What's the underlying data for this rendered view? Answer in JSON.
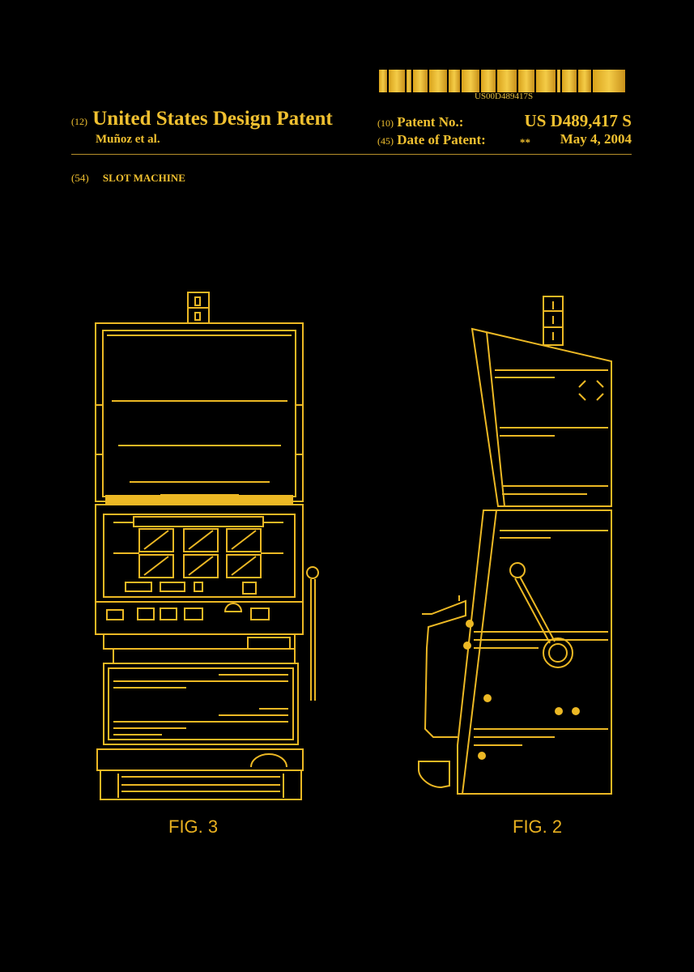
{
  "header": {
    "barcode_text": "US00D489417S",
    "title_code": "(12)",
    "title": "United States Design Patent",
    "inventor": "Muñoz et al.",
    "patent_no_code": "(10)",
    "patent_no_label": "Patent No.:",
    "patent_no_value": "US D489,417 S",
    "date_code": "(45)",
    "date_label": "Date of Patent:",
    "date_marker": "**",
    "date_value": "May 4, 2004"
  },
  "title_field": {
    "code": "(54)",
    "text": "SLOT MACHINE"
  },
  "figures": [
    {
      "label": "FIG. 3",
      "view": "front view of slot machine"
    },
    {
      "label": "FIG. 2",
      "view": "side view of slot machine"
    }
  ],
  "colors": {
    "background": "#000000",
    "gold": "#ecb824"
  }
}
